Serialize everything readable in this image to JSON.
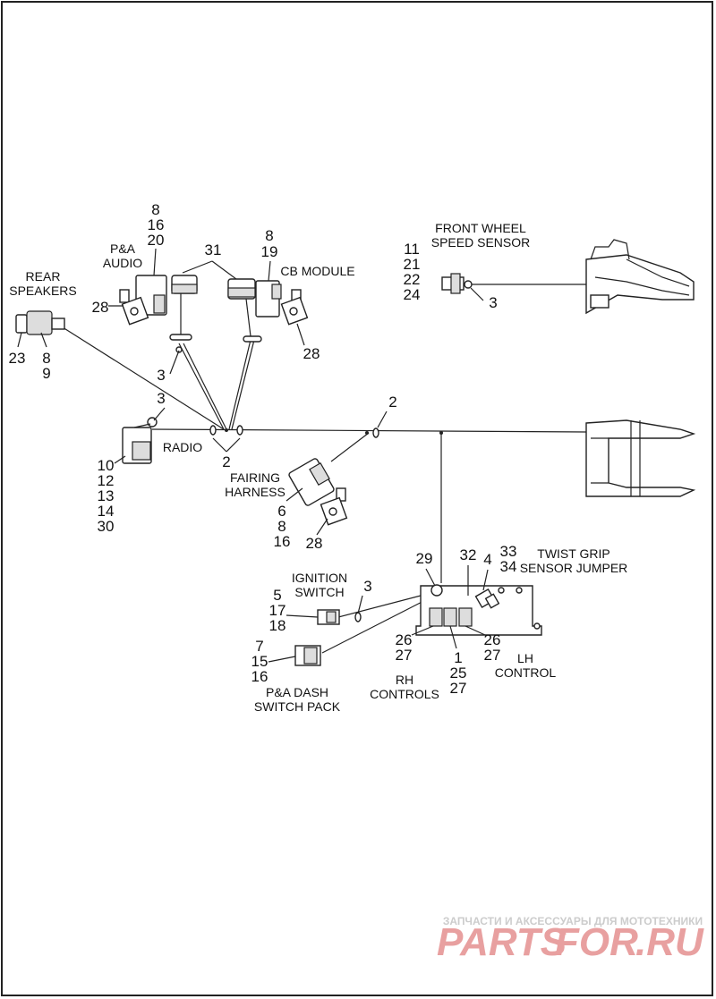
{
  "labels": {
    "front_wheel": "FRONT WHEEL",
    "speed_sensor": "SPEED SENSOR",
    "pa": "P&A",
    "audio": "AUDIO",
    "cb_module": "CB MODULE",
    "rear": "REAR",
    "speakers": "SPEAKERS",
    "radio": "RADIO",
    "fairing": "FAIRING",
    "harness": "HARNESS",
    "ignition": "IGNITION",
    "switch": "SWITCH",
    "twist_grip": "TWIST GRIP",
    "sensor_jumper": "SENSOR JUMPER",
    "lh": "LH",
    "control": "CONTROL",
    "rh": "RH",
    "controls": "CONTROLS",
    "pa_dash": "P&A DASH",
    "switch_pack": "SWITCH PACK"
  },
  "callouts": {
    "audio_8": "8",
    "audio_16": "16",
    "audio_20": "20",
    "cb_31": "31",
    "cb_8": "8",
    "cb_19": "19",
    "sensor_11": "11",
    "sensor_21": "21",
    "sensor_22": "22",
    "sensor_24": "24",
    "sensor_3": "3",
    "audio_28": "28",
    "cb_28": "28",
    "spk_23": "23",
    "spk_8": "8",
    "spk_9": "9",
    "spk_3": "3",
    "radio_3": "3",
    "main_2": "2",
    "trunk_2": "2",
    "radio_10": "10",
    "radio_12": "12",
    "radio_13": "13",
    "radio_14": "14",
    "radio_30": "30",
    "fair_6": "6",
    "fair_8": "8",
    "fair_16": "16",
    "fair_28": "28",
    "ctl_29": "29",
    "ctl_32": "32",
    "ctl_4": "4",
    "ctl_33": "33",
    "ctl_34": "34",
    "ign_3": "3",
    "ign_5": "5",
    "ign_17": "17",
    "ign_18": "18",
    "dash_7": "7",
    "dash_15": "15",
    "dash_16": "16",
    "rh_26": "26",
    "rh_27": "27",
    "mid_1": "1",
    "mid_25": "25",
    "mid_27": "27",
    "lh_26": "26",
    "lh_27": "27"
  },
  "watermark": {
    "line1": "ЗАПЧАСТИ И АКСЕССУАРЫ ДЛЯ МОТОТЕХНИКИ",
    "line2a": "PARTS",
    "line2b": "FOR",
    "line2c": ".RU",
    "color": "#e8a0a0",
    "color_line1": "#cccccc"
  }
}
